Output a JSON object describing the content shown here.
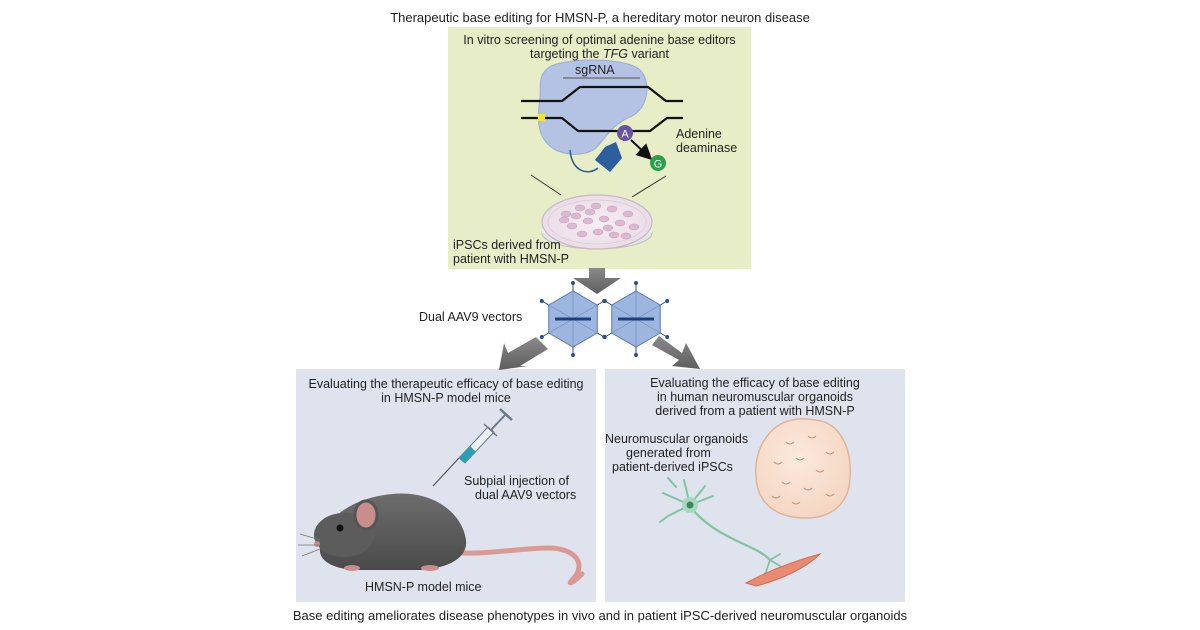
{
  "title": "Therapeutic base editing for HMSN-P, a hereditary motor neuron disease",
  "footer": "Base editing ameliorates disease phenotypes in vivo and in patient iPSC-derived neuromuscular organoids",
  "top_panel": {
    "heading_line1": "In vitro screening of optimal adenine base editors",
    "heading_line2_pre": "targeting the ",
    "heading_line2_italic": "TFG",
    "heading_line2_post": " variant",
    "sgrna_label": "sgRNA",
    "adenine_letter": "A",
    "guanine_letter": "G",
    "deaminase_line1": "Adenine",
    "deaminase_line2": "deaminase",
    "ipsc_line1": "iPSCs derived from",
    "ipsc_line2": "patient with HMSN-P"
  },
  "vectors_label": "Dual AAV9 vectors",
  "left_panel": {
    "heading_line1": "Evaluating the therapeutic efficacy of base editing",
    "heading_line2": "in HMSN-P model mice",
    "injection_line1": "Subpial injection of",
    "injection_line2": "dual AAV9 vectors",
    "mice_label": "HMSN-P model mice"
  },
  "right_panel": {
    "heading_line1": "Evaluating the efficacy of base editing",
    "heading_line2": "in human neuromuscular organoids",
    "heading_line3": "derived from a patient with HMSN-P",
    "organoid_line1": "Neuromuscular organoids",
    "organoid_line2": "generated from",
    "organoid_line3": "patient-derived iPSCs"
  }
}
